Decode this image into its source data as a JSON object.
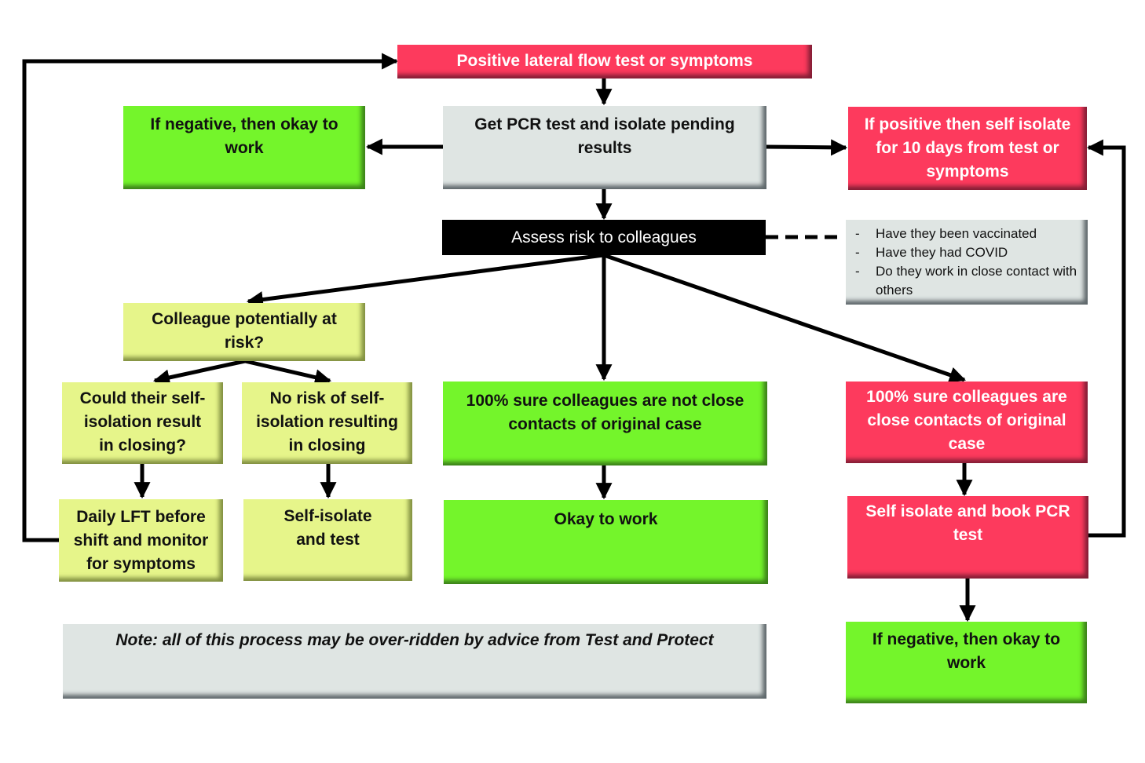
{
  "diagram": {
    "type": "flowchart",
    "colors": {
      "red": "#fd3a5d",
      "green": "#74f52b",
      "yellow": "#e6f58a",
      "gray": "#dfe5e3",
      "black": "#000000",
      "connector": "#000000"
    },
    "nodes": {
      "start": {
        "lines": [
          "Positive lateral flow test or symptoms"
        ],
        "color": "red"
      },
      "pcr": {
        "lines": [
          "Get PCR test and isolate pending",
          "results"
        ],
        "color": "gray"
      },
      "neg_work_top": {
        "lines": [
          "If negative, then okay to",
          "work"
        ],
        "color": "green"
      },
      "pos_isolate": {
        "lines": [
          "If positive then self isolate",
          "for 10 days from test or",
          "symptoms"
        ],
        "color": "red"
      },
      "assess": {
        "lines": [
          "Assess risk to colleagues"
        ],
        "color": "black"
      },
      "checklist": {
        "items": [
          "Have they been vaccinated",
          "Have they had COVID",
          "Do they work in close contact with others"
        ],
        "color": "gray"
      },
      "potential_risk": {
        "lines": [
          "Colleague potentially at",
          "risk?"
        ],
        "color": "yellow"
      },
      "could_close": {
        "lines": [
          "Could their self-",
          "isolation result",
          "in closing?"
        ],
        "color": "yellow"
      },
      "no_risk_close": {
        "lines": [
          "No risk of self-",
          "isolation resulting",
          "in closing"
        ],
        "color": "yellow"
      },
      "daily_lft": {
        "lines": [
          "Daily LFT before",
          "shift and monitor",
          "for symptoms"
        ],
        "color": "yellow"
      },
      "self_isolate_test": {
        "lines": [
          "Self-isolate",
          "and test"
        ],
        "color": "yellow"
      },
      "not_close": {
        "lines": [
          "100% sure colleagues are not close",
          "contacts of original case"
        ],
        "color": "green"
      },
      "okay_work": {
        "lines": [
          "Okay to work"
        ],
        "color": "green"
      },
      "are_close": {
        "lines": [
          "100% sure colleagues are",
          "close contacts of original",
          "case"
        ],
        "color": "red"
      },
      "book_pcr": {
        "lines": [
          "Self isolate and book PCR",
          "test"
        ],
        "color": "red"
      },
      "neg_work_bottom": {
        "lines": [
          "If negative, then okay to",
          "work"
        ],
        "color": "green"
      },
      "note": {
        "lines": [
          "Note: all of this process may be over-ridden by advice from Test and Protect"
        ],
        "color": "gray"
      }
    },
    "edges": [
      {
        "from": "start",
        "to": "pcr",
        "style": "arrow"
      },
      {
        "from": "pcr",
        "to": "neg_work_top",
        "style": "arrow"
      },
      {
        "from": "pcr",
        "to": "pos_isolate",
        "style": "arrow"
      },
      {
        "from": "pcr",
        "to": "assess",
        "style": "arrow"
      },
      {
        "from": "assess",
        "to": "checklist",
        "style": "dashed"
      },
      {
        "from": "assess",
        "to": "potential_risk",
        "style": "arrow"
      },
      {
        "from": "assess",
        "to": "not_close",
        "style": "arrow"
      },
      {
        "from": "assess",
        "to": "are_close",
        "style": "arrow"
      },
      {
        "from": "potential_risk",
        "to": "could_close",
        "style": "arrow"
      },
      {
        "from": "potential_risk",
        "to": "no_risk_close",
        "style": "arrow"
      },
      {
        "from": "could_close",
        "to": "daily_lft",
        "style": "arrow"
      },
      {
        "from": "no_risk_close",
        "to": "self_isolate_test",
        "style": "arrow"
      },
      {
        "from": "daily_lft",
        "to": "start",
        "style": "elbow-arrow"
      },
      {
        "from": "not_close",
        "to": "okay_work",
        "style": "arrow"
      },
      {
        "from": "are_close",
        "to": "book_pcr",
        "style": "arrow"
      },
      {
        "from": "book_pcr",
        "to": "neg_work_bottom",
        "style": "arrow"
      },
      {
        "from": "book_pcr",
        "to": "pos_isolate",
        "style": "elbow-arrow"
      }
    ]
  }
}
